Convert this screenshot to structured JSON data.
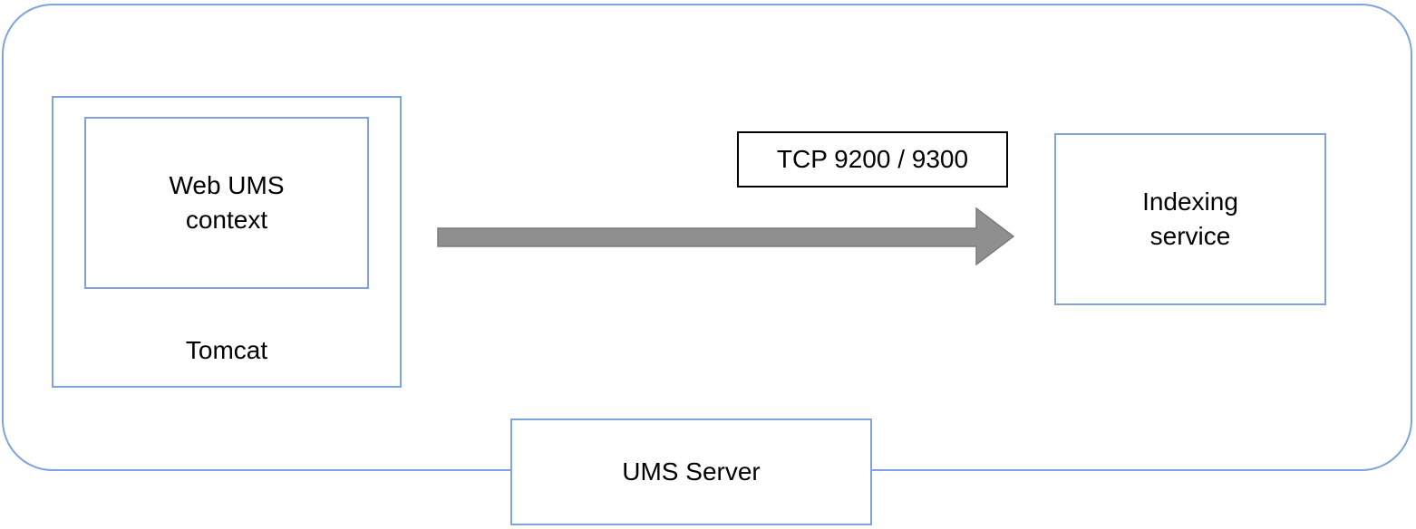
{
  "colors": {
    "box_border_blue": "#7fa3dc",
    "label_box_border": "#000000",
    "arrow_fill": "#8f8f8f",
    "arrow_outline": "#7b7b7b",
    "background": "#ffffff",
    "text": "#000000"
  },
  "diagram": {
    "tomcat": {
      "label": "Tomcat",
      "context_label": "Web UMS\ncontext"
    },
    "connection": {
      "protocol_label": "TCP 9200 / 9300"
    },
    "indexing_service": {
      "label": "Indexing\nservice"
    },
    "ums_server": {
      "label": "UMS Server"
    }
  }
}
